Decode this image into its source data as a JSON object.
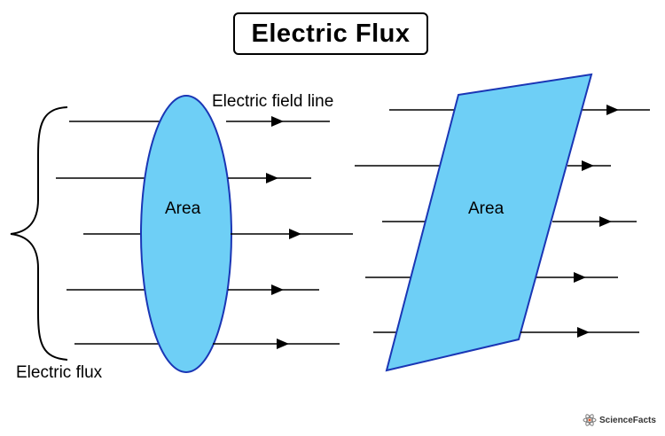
{
  "title": "Electric Flux",
  "labels": {
    "field_line": "Electric field line",
    "flux": "Electric flux",
    "area_left": "Area",
    "area_right": "Area"
  },
  "logo": {
    "text": "ScienceFacts"
  },
  "colors": {
    "shape_fill": "#6ecff6",
    "shape_stroke": "#1a36b5",
    "line": "#000000"
  },
  "icons": [
    "arrowhead-icon",
    "atom-logo-icon"
  ]
}
